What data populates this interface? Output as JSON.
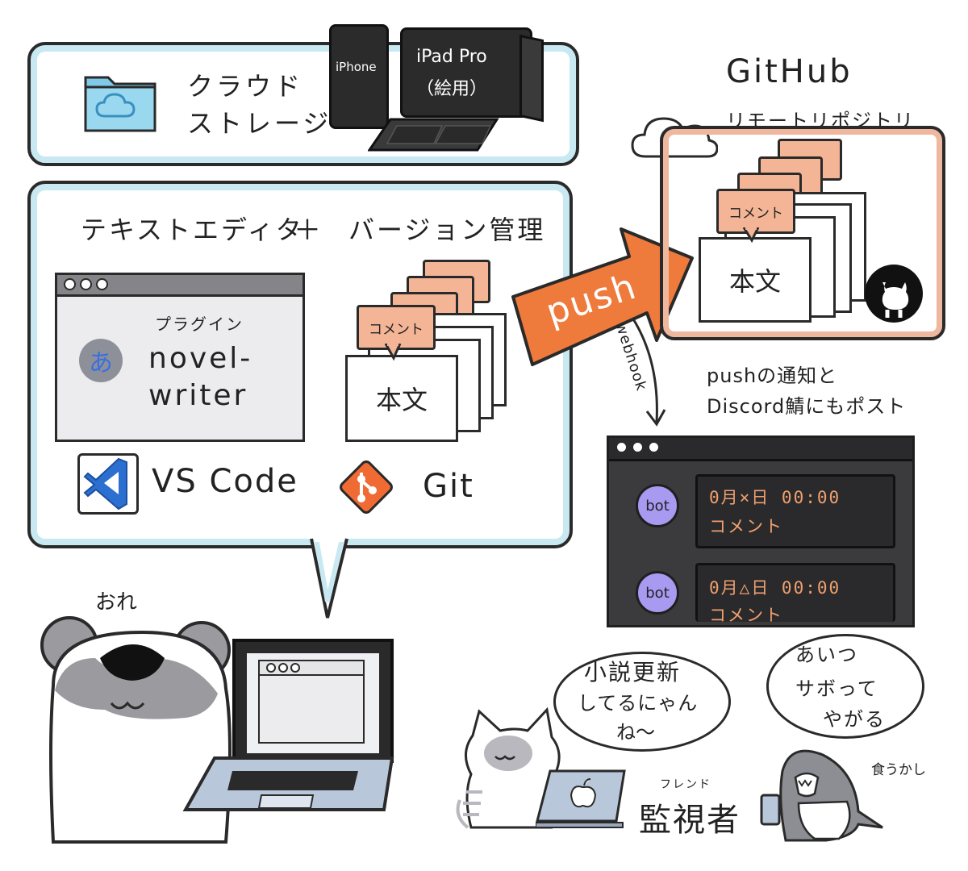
{
  "cloud_storage": {
    "label_line1": "クラウド",
    "label_line2": "ストレージ"
  },
  "devices": {
    "iphone_label": "iPhone",
    "ipad_line1": "iPad Pro",
    "ipad_line2": "（絵用）"
  },
  "editor_panel": {
    "heading_left": "テキストエディタ",
    "heading_plus": "＋",
    "heading_right": "バージョン管理",
    "plugin_label": "プラグイン",
    "plugin_name_line1": "novel-",
    "plugin_name_line2": "writer",
    "plugin_icon_char": "あ",
    "vscode_label": "VS Code",
    "git_label": "Git",
    "comment_label": "コメント",
    "body_label": "本文"
  },
  "push_arrow": {
    "label": "push"
  },
  "github": {
    "title": "GitHub",
    "subtitle": "リモートリポジトリ",
    "comment_label": "コメント",
    "body_label": "本文"
  },
  "webhook": {
    "label": "webhook"
  },
  "discord_note": {
    "line1": "pushの通知と",
    "line2": "Discord鯖にもポスト"
  },
  "discord": {
    "messages": [
      {
        "avatar": "bot",
        "date": "0月×日 00:00",
        "text": "コメント"
      },
      {
        "avatar": "bot",
        "date": "0月△日 00:00",
        "text": "コメント"
      }
    ]
  },
  "characters": {
    "me_label": "おれ",
    "cat_speech_line1": "小説更新",
    "cat_speech_line2": "してるにゃん",
    "cat_speech_line3": "ね〜",
    "shark_speech_line1": "あいつ",
    "shark_speech_line2": "サボって",
    "shark_speech_line3": "やがる",
    "shark_label": "食うかし",
    "watchers_ruby": "フレンド",
    "watchers_label": "監視者"
  },
  "colors": {
    "panel_blue": "#c9e9f2",
    "arrow_orange": "#ee7a3c",
    "comment_peach": "#f3b596",
    "github_frame": "#efb79e",
    "discord_text": "#f0a06e",
    "bot_avatar": "#a79af0",
    "vscode_blue": "#2b6fd1",
    "git_orange": "#ef6b33"
  }
}
